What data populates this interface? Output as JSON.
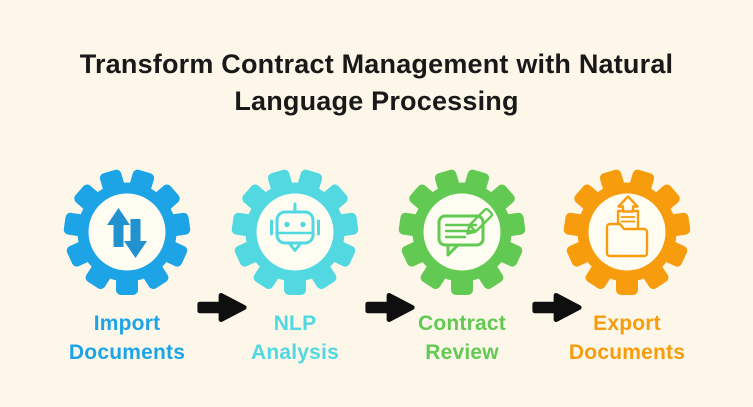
{
  "title": {
    "line1": "Transform Contract Management with Natural",
    "line2": "Language Processing"
  },
  "colors": {
    "background": "#FCF7E9",
    "inner_circle": "#FFFDF2",
    "title_text": "#191919",
    "arrow": "#0F0F0F"
  },
  "steps": [
    {
      "id": "import-documents",
      "label_line1": "Import",
      "label_line2": "Documents",
      "gear_color": "#1DA4E6",
      "icon_color": "#2191CF",
      "icon": "import-arrows-icon"
    },
    {
      "id": "nlp-analysis",
      "label_line1": "NLP",
      "label_line2": "Analysis",
      "gear_color": "#52D8E0",
      "icon_color": "#52D8E0",
      "icon": "robot-icon"
    },
    {
      "id": "contract-review",
      "label_line1": "Contract",
      "label_line2": "Review",
      "gear_color": "#62C952",
      "icon_color": "#62C952",
      "icon": "chat-pencil-icon"
    },
    {
      "id": "export-documents",
      "label_line1": "Export",
      "label_line2": "Documents",
      "gear_color": "#F79C0D",
      "icon_color": "#F79C0D",
      "icon": "folder-upload-icon"
    }
  ]
}
